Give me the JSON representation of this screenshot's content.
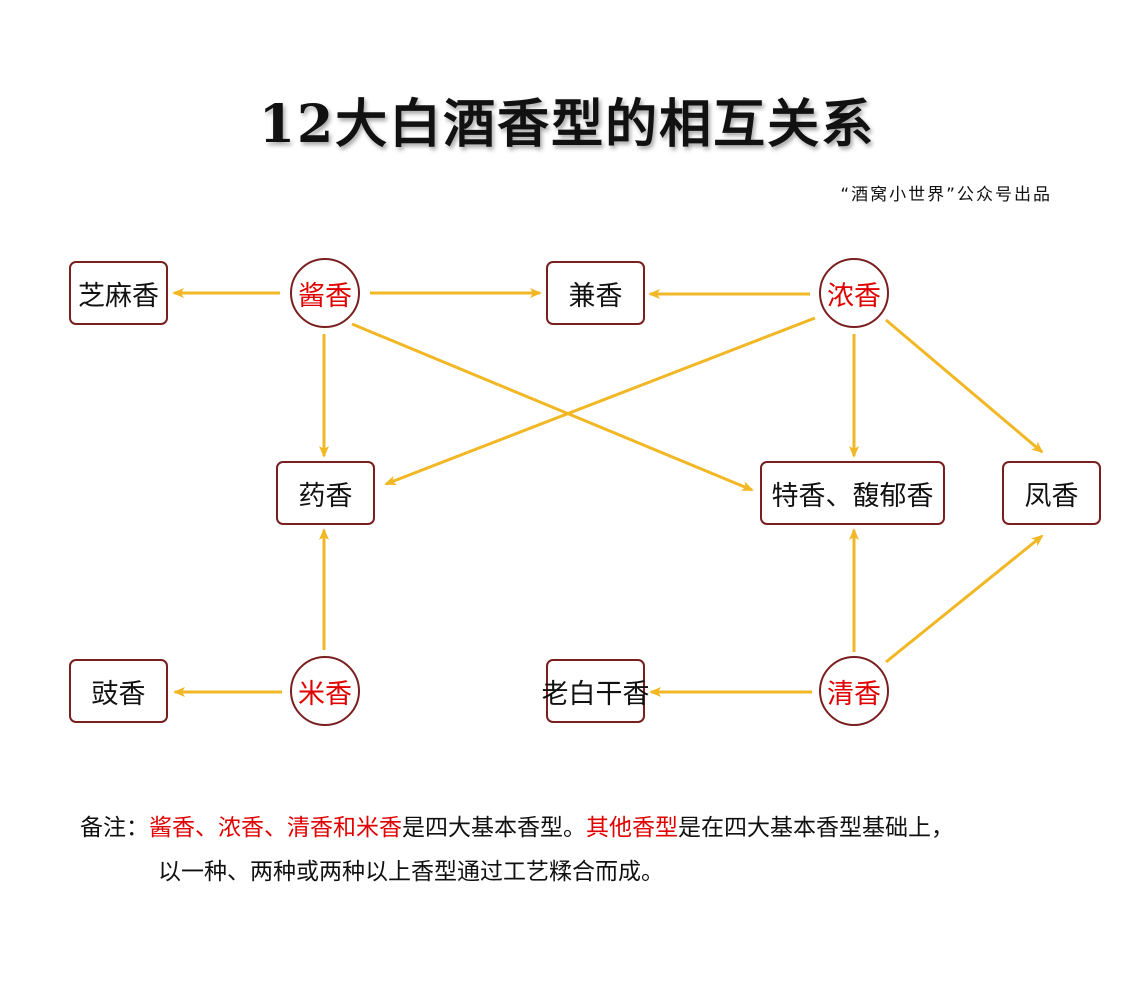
{
  "title": "12大白酒香型的相互关系",
  "byline": "“酒窝小世界”公众号出品",
  "nodes": {
    "zhima": "芝麻香",
    "jiang": "酱香",
    "jian": "兼香",
    "nong": "浓香",
    "yao": "药香",
    "te_fuyu": "特香、馥郁香",
    "feng": "凤香",
    "chi": "豉香",
    "mi": "米香",
    "laobaigan": "老白干香",
    "qing": "清香"
  },
  "note": {
    "prefix": "备注：",
    "basic_types": "酱香、浓香、清香和米香",
    "mid1": "是四大基本香型。",
    "other_types": "其他香型",
    "mid2": "是在四大基本香型基础上，",
    "line2": "以一种、两种或两种以上香型通过工艺糅合而成。"
  },
  "colors": {
    "arrow": "#f2b724",
    "border": "#7a1f1f",
    "basic_text": "#e00000"
  }
}
